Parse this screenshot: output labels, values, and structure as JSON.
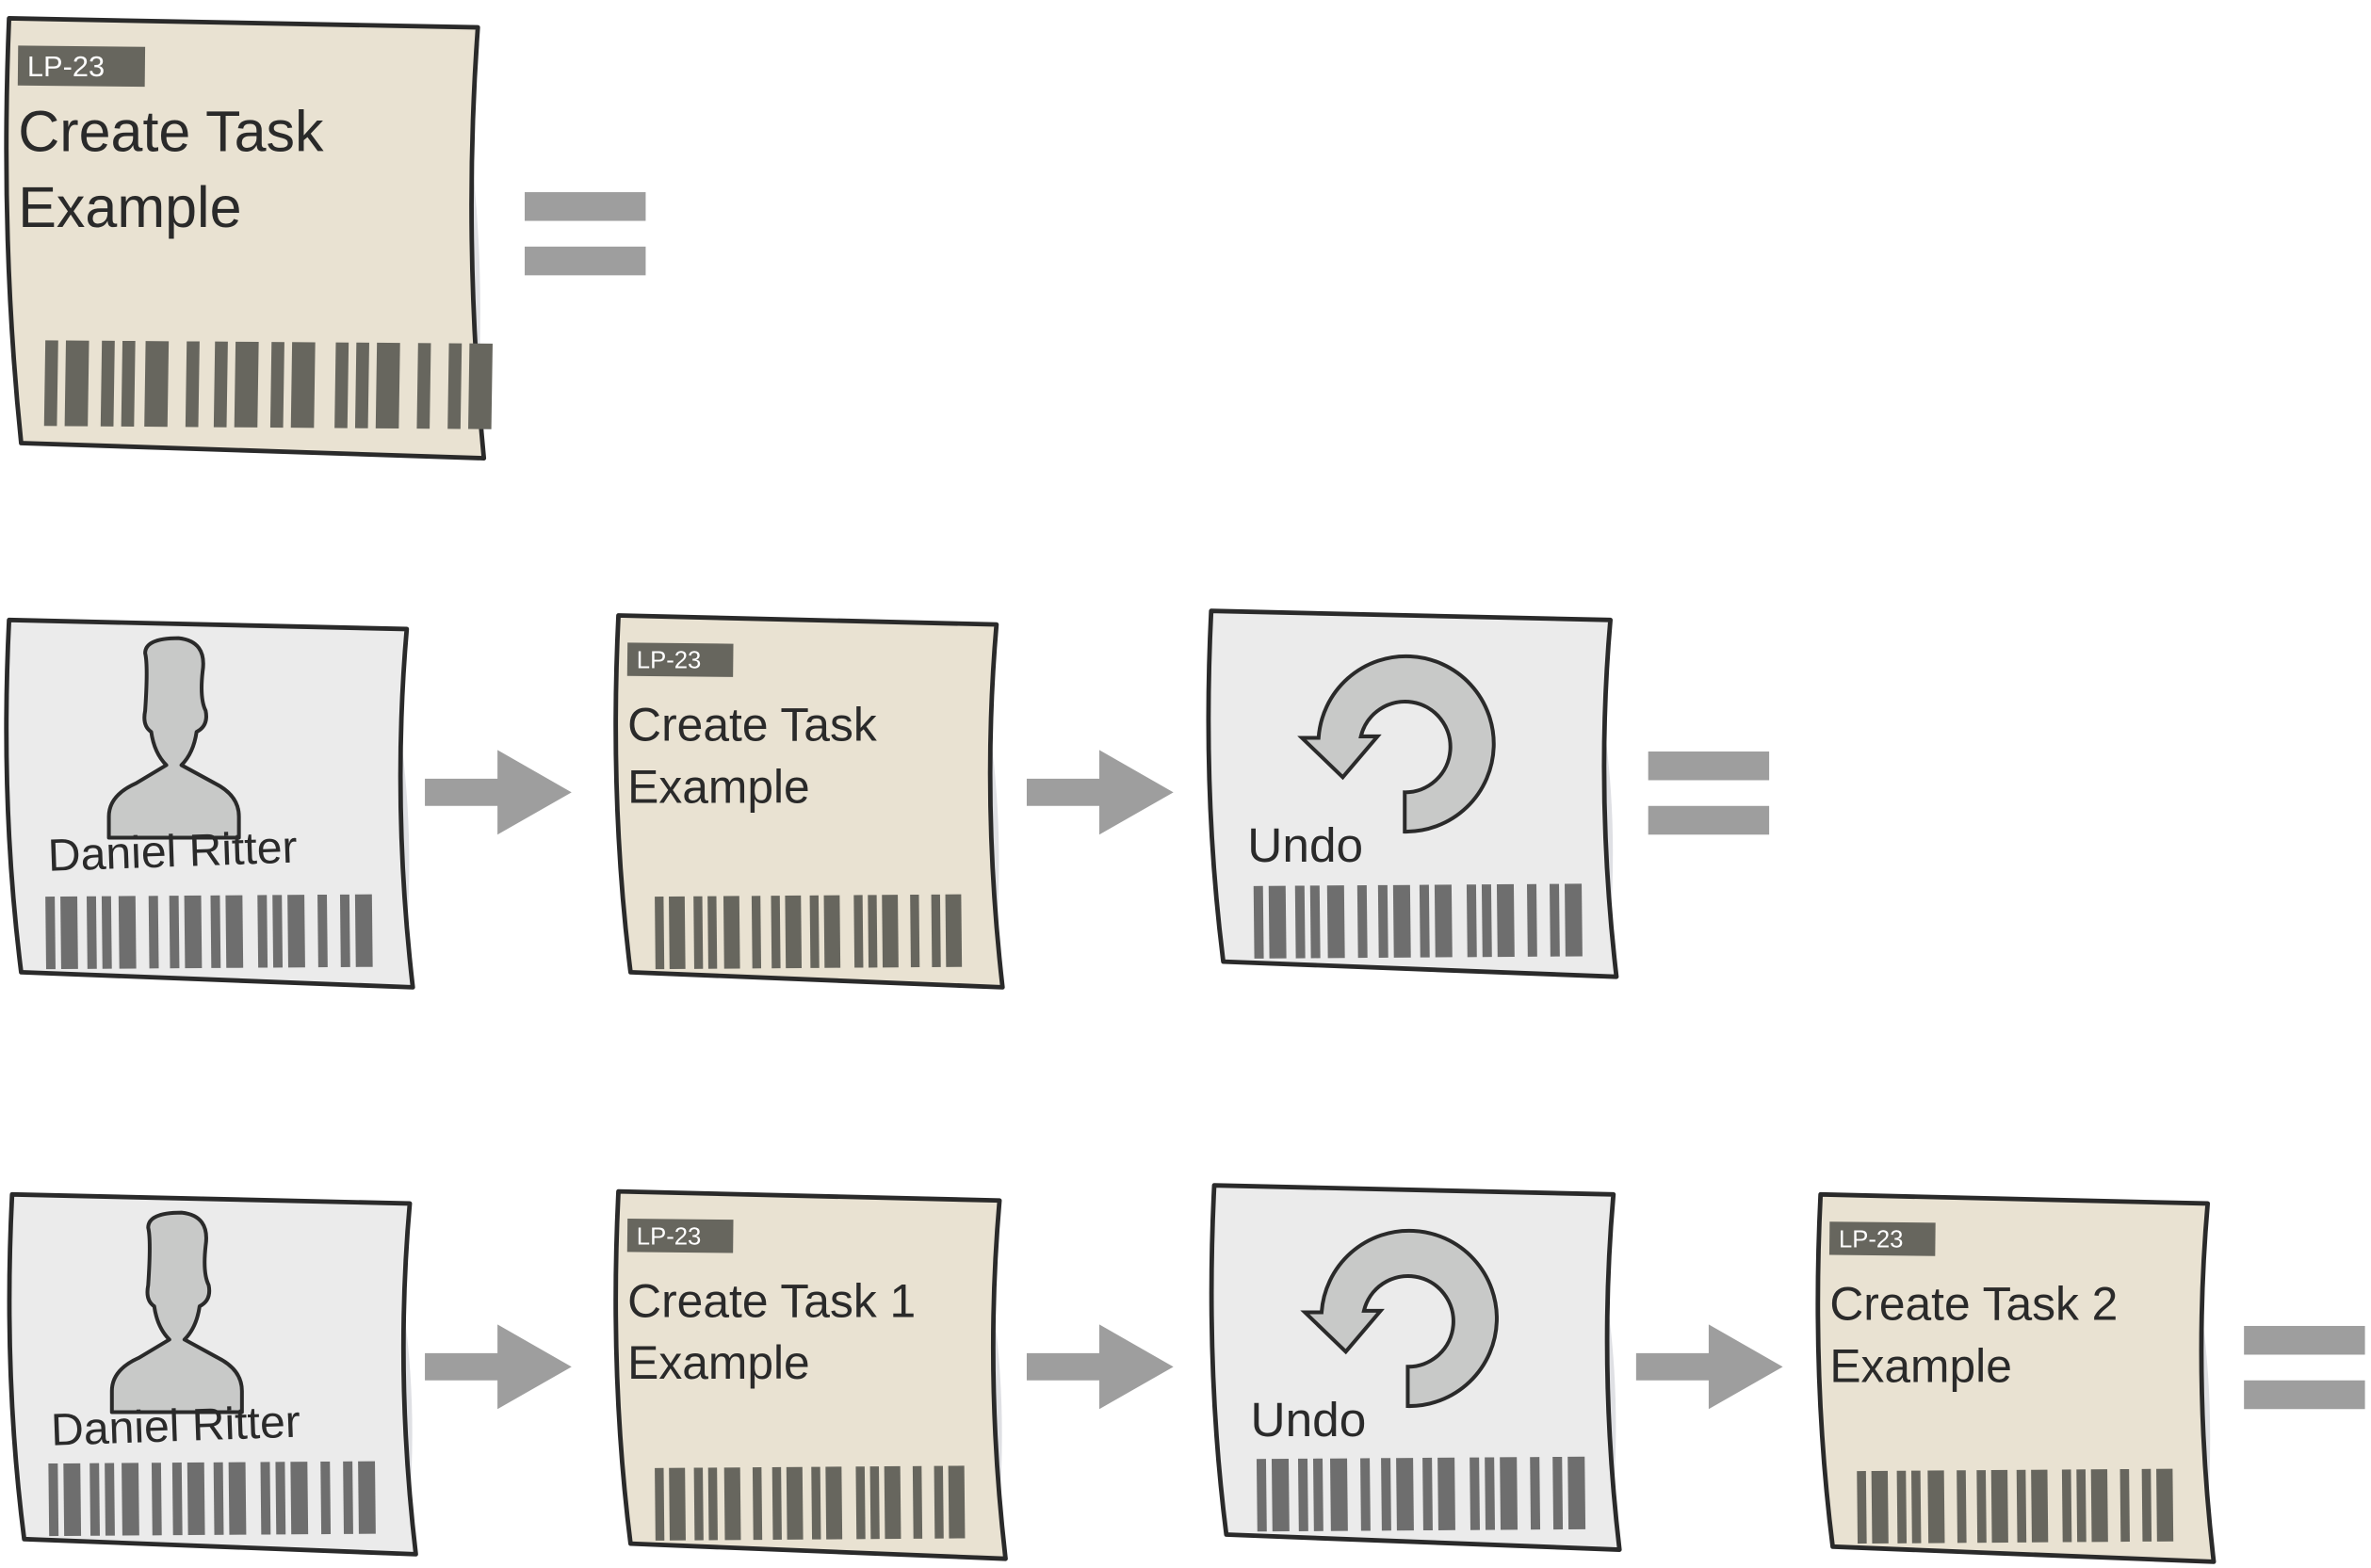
{
  "colors": {
    "task_card": "#e9e2d2",
    "neutral_card": "#ebebeb",
    "outline": "#2a2a2a",
    "tag": "#67665e",
    "barcode_task": "#67665e",
    "barcode_neutral": "#6e6e6e",
    "connector": "#9e9e9e",
    "icon_fill": "#c8c9c8"
  },
  "rows": [
    {
      "items": [
        {
          "type": "task",
          "tag": "LP-23",
          "title": [
            "Create Task",
            "Example"
          ]
        }
      ],
      "ends_with_equals": true
    },
    {
      "items": [
        {
          "type": "user",
          "label": "Daniel Ritter",
          "icon": "person-icon"
        },
        {
          "type": "task",
          "tag": "LP-23",
          "title": [
            "Create Task",
            "Example"
          ]
        },
        {
          "type": "undo",
          "label": "Undo",
          "icon": "undo-arrow-icon"
        }
      ],
      "ends_with_equals": true
    },
    {
      "items": [
        {
          "type": "user",
          "label": "Daniel Ritter",
          "icon": "person-icon"
        },
        {
          "type": "task",
          "tag": "LP-23",
          "title": [
            "Create Task 1",
            "Example"
          ]
        },
        {
          "type": "undo",
          "label": "Undo",
          "icon": "undo-arrow-icon"
        },
        {
          "type": "task",
          "tag": "LP-23",
          "title": [
            "Create Task 2",
            "Example"
          ]
        }
      ],
      "ends_with_equals": true
    }
  ]
}
